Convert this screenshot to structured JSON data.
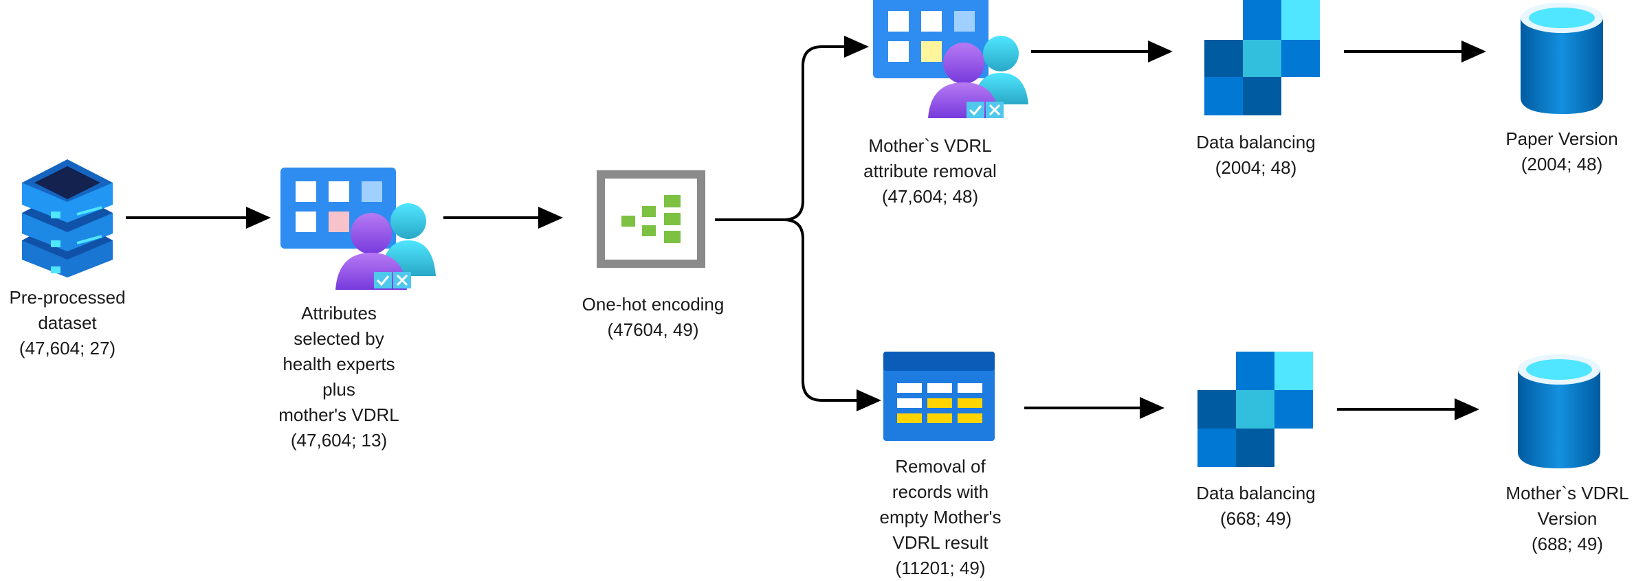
{
  "colors": {
    "arrow": "#000000",
    "azure_blue": "#0078d4",
    "azure_light": "#50e6ff",
    "server_dark": "#1e2a6b",
    "grid_green": "#76bc2d",
    "purple_user": "#8661c5"
  },
  "nodes": {
    "preprocessed": {
      "icon": "server-stack-icon",
      "lines": [
        "Pre-processed",
        "dataset",
        "(47,604; 27)"
      ]
    },
    "attributes": {
      "icon": "table-users-icon",
      "lines": [
        "Attributes",
        "selected by",
        "health experts",
        "plus",
        "mother's VDRL",
        "(47,604; 13)"
      ]
    },
    "onehot": {
      "icon": "encoding-grid-icon",
      "lines": [
        "One-hot encoding",
        "(47604, 49)"
      ]
    },
    "vdrl_removal": {
      "icon": "table-users-icon",
      "lines": [
        "Mother`s VDRL",
        "attribute removal",
        "(47,604; 48)"
      ]
    },
    "balancing_top": {
      "icon": "checker-blocks-icon",
      "lines": [
        "Data balancing",
        "(2004; 48)"
      ]
    },
    "paper_version": {
      "icon": "database-cylinder-icon",
      "lines": [
        "Paper Version",
        "(2004; 48)"
      ]
    },
    "record_removal": {
      "icon": "data-table-icon",
      "lines": [
        "Removal of",
        "records with",
        "empty Mother's",
        "VDRL result",
        "(11201; 49)"
      ]
    },
    "balancing_bottom": {
      "icon": "checker-blocks-icon",
      "lines": [
        "Data balancing",
        "(668; 49)"
      ]
    },
    "vdrl_version": {
      "icon": "database-cylinder-icon",
      "lines": [
        "Mother`s VDRL",
        "Version",
        "(688; 49)"
      ]
    }
  }
}
